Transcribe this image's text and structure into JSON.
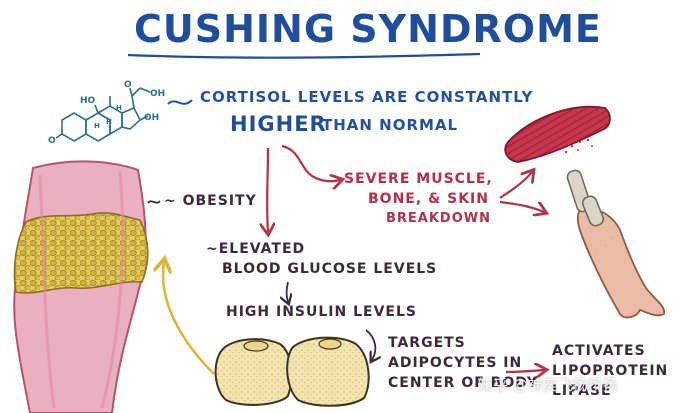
{
  "title": "Cushing Syndrome",
  "cortisol": {
    "line1": "Cortisol levels are constantly",
    "higher": "Higher",
    "line2_rest": "than normal"
  },
  "obesity": "~ Obesity",
  "breakdown": {
    "line1": "Severe muscle,",
    "line2": "bone, & skin",
    "line3": "breakdown"
  },
  "glucose": {
    "line1": "~Elevated",
    "line2": "blood glucose levels"
  },
  "insulin": "High insulin levels",
  "targets": {
    "line1": "Targets",
    "line2": "adipocytes in",
    "line3": "center of body"
  },
  "activates": {
    "line1": "Activates",
    "line2": "lipoprotein",
    "line3": "lipase"
  },
  "molecule_labels": {
    "oh1": "HO",
    "oh2": "OH",
    "o1": "O",
    "o2": "O",
    "h1": "H",
    "h2": "H",
    "h3": "H",
    "oh3": "OH"
  },
  "watermark": "知乎 @神奕飞扬扬扬",
  "colors": {
    "title_blue": "#1f4e9c",
    "text_blue": "#23519e",
    "arrow_red": "#b23148",
    "skin_pink": "#e7a9b9",
    "fat_yellow": "#e2c75a",
    "muscle_red": "#c9374d",
    "bone_grey": "#d9d4c8",
    "molecule_teal": "#2a6f8e"
  }
}
